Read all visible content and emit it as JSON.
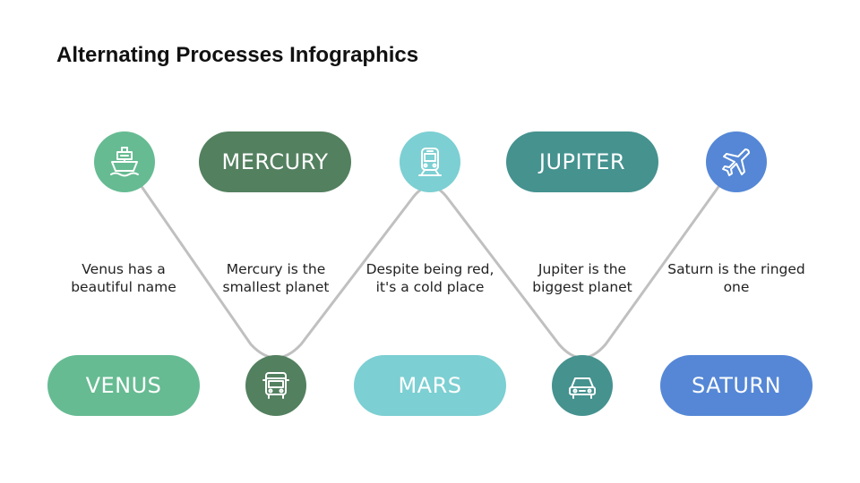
{
  "title": "Alternating Processes Infographics",
  "colors": {
    "venus": "#66bb92",
    "mercury": "#53805f",
    "mars": "#7ccfd2",
    "jupiter": "#45928f",
    "saturn": "#5587d6",
    "line": "#c0c0c0"
  },
  "steps": [
    {
      "label": "VENUS",
      "description": "Venus has a beautiful name",
      "icon": "ship-icon"
    },
    {
      "label": "MERCURY",
      "description": "Mercury is the smallest planet",
      "icon": "bus-icon"
    },
    {
      "label": "MARS",
      "description": "Despite being red, it's a cold place",
      "icon": "train-icon"
    },
    {
      "label": "JUPITER",
      "description": "Jupiter is the biggest planet",
      "icon": "car-icon"
    },
    {
      "label": "SATURN",
      "description": "Saturn is the ringed one",
      "icon": "airplane-icon"
    }
  ]
}
